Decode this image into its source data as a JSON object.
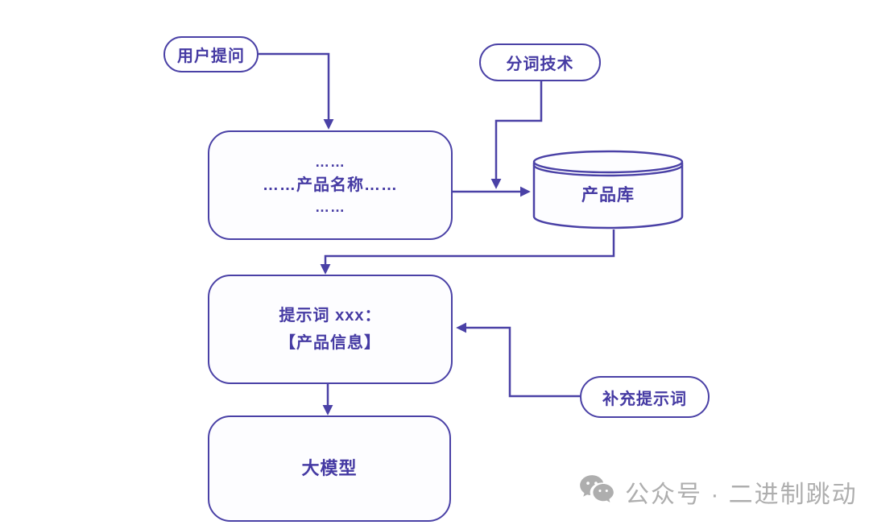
{
  "diagram": {
    "title": "RAG product-prompt flowchart",
    "colors": {
      "stroke": "#4a41a6",
      "text": "#453aa3",
      "node_fill": "#fdfdff",
      "watermark_gray": "#aeaeae",
      "background": "#ffffff"
    },
    "nodes": {
      "user_question": {
        "label": "用户提问"
      },
      "tokenizer": {
        "label": "分词技术"
      },
      "product_name": {
        "line1": "……",
        "line2": "……产品名称……",
        "line3": "……"
      },
      "product_db": {
        "label": "产品库"
      },
      "prompt": {
        "line1": "提示词 xxx：",
        "line2": "【产品信息】"
      },
      "supplement_prompt": {
        "label": "补充提示词"
      },
      "llm": {
        "label": "大模型"
      }
    },
    "edges": [
      {
        "from": "user_question",
        "to": "product_name"
      },
      {
        "from": "product_name",
        "to": "product_db"
      },
      {
        "from": "tokenizer",
        "to": "edge-product_name-product_db"
      },
      {
        "from": "product_db",
        "to": "prompt"
      },
      {
        "from": "supplement_prompt",
        "to": "prompt"
      },
      {
        "from": "prompt",
        "to": "llm"
      }
    ]
  },
  "watermark": {
    "icon": "wechat-icon",
    "text": "公众号 · 二进制跳动"
  }
}
